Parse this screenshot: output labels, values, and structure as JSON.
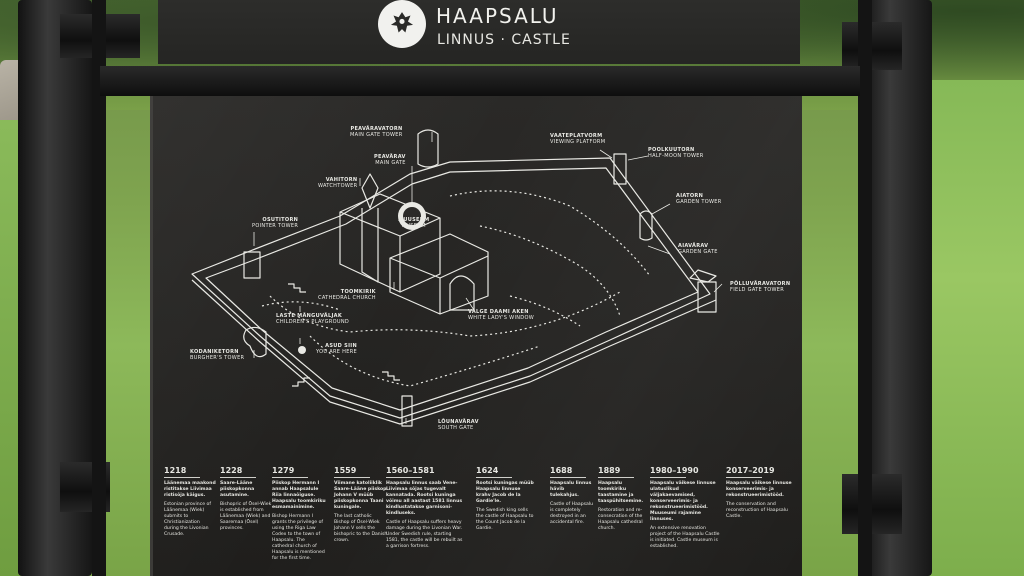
{
  "header": {
    "title": "HAAPSALU",
    "subtitle": "LINNUS · CASTLE"
  },
  "map_labels": {
    "main_gate_tower": {
      "et": "PEAVÄRAVATORN",
      "en": "MAIN GATE TOWER"
    },
    "main_gate": {
      "et": "PEAVÄRAV",
      "en": "MAIN GATE"
    },
    "watchtower": {
      "et": "VAHITORN",
      "en": "WATCHTOWER"
    },
    "pointer_tower": {
      "et": "OSUTITORN",
      "en": "POINTER TOWER"
    },
    "museum": {
      "et": "MUUSEUM",
      "en": "MUSEUM"
    },
    "cathedral": {
      "et": "TOOMKIRIK",
      "en": "CATHEDRAL CHURCH"
    },
    "playground": {
      "et": "LASTE MÄNGUVÄLJAK",
      "en": "CHILDREN'S PLAYGROUND"
    },
    "you_are_here": {
      "et": "ASUD SIIN",
      "en": "YOU ARE HERE"
    },
    "burghers_tower": {
      "et": "KODANIKETORN",
      "en": "BURGHER'S TOWER"
    },
    "white_lady": {
      "et": "VALGE DAAMI AKEN",
      "en": "WHITE LADY'S WINDOW"
    },
    "south_gate": {
      "et": "LÕUNAVÄRAV",
      "en": "SOUTH GATE"
    },
    "viewing_platform": {
      "et": "VAATEPLATVORM",
      "en": "VIEWING PLATFORM"
    },
    "half_moon_tower": {
      "et": "POOLKUUTORN",
      "en": "HALF-MOON TOWER"
    },
    "garden_tower": {
      "et": "AIATORN",
      "en": "GARDEN TOWER"
    },
    "garden_gate": {
      "et": "AIAVÄRAV",
      "en": "GARDEN GATE"
    },
    "field_gate_tower": {
      "et": "PÕLLUVÄRAVATORN",
      "en": "FIELD GATE TOWER"
    }
  },
  "timeline": [
    {
      "year": "1218",
      "et": "Läänemaa maakond ristitakse Liivimaa ristisõja käigus.",
      "en": "Estonian province of Läänemaa (Wiek) submits to Christianization during the Livonian Crusade."
    },
    {
      "year": "1228",
      "et": "Saare-Lääne piiskopkonna asutamine.",
      "en": "Bishopric of Ösel-Wiek is established from Läänemaa (Wiek) and Saaremaa (Ösel) provinces."
    },
    {
      "year": "1279",
      "et": "Piiskop Hermann I annab Haapsalule Riia linnaõiguse. Haapsalu toomkiriku esmamainimine.",
      "en": "Bishop Hermann I grants the privilege of using the Riga Law Codex to the town of Haapsalu. The cathedral church of Haapsalu is mentioned for the first time."
    },
    {
      "year": "1559",
      "et": "Viimane katoliiklik Saare-Lääne piiskop Johann V müüb piiskopkonna Taani kuningale.",
      "en": "The last catholic Bishop of Ösel-Wiek Johann V sells the bishopric to the Danish crown."
    },
    {
      "year": "1560–1581",
      "et": "Haapsalu linnus saab Vene-Liivimaa sõjas tugevalt kannatada. Rootsi kuninga võimu all aastast 1581 linnus kindlustatakse garnisoni-kindluseks.",
      "en": "Castle of Haapsalu suffers heavy damage during the Livonian War. Under Swedish rule, starting 1581, the castle will be rebuilt as a garrison fortress."
    },
    {
      "year": "1624",
      "et": "Rootsi kuningas müüb Haapsalu linnuse krahv Jacob de la Gardie'le.",
      "en": "The Swedish king sells the castle of Haapsalu to the Count Jacob de la Gardie."
    },
    {
      "year": "1688",
      "et": "Haapsalu linnus hävib tulekahjus.",
      "en": "Castle of Haapsalu is completely destroyed in an accidental fire."
    },
    {
      "year": "1889",
      "et": "Haapsalu toomkiriku taastamine ja taaspühitsemine.",
      "en": "Restoration and re-consecration of the Haapsalu cathedral church."
    },
    {
      "year": "1980–1990",
      "et": "Haapsalu väikese linnuse ulatuslikud väljakaevamised, konserveerimis- ja rekonstrueerimistööd. Muuseumi rajamine linnuses.",
      "en": "An extensive renovation project of the Haapsalu Castle is initiated. Castle museum is established."
    },
    {
      "year": "2017–2019",
      "et": "Haapsalu väikese linnuse konserveerimis- ja rekonstrueerimistööd.",
      "en": "The conservation and reconstruction of Haapsalu Castle."
    }
  ],
  "colors": {
    "panel": "#252422",
    "line": "#e9e9e4",
    "frame": "#141414"
  }
}
